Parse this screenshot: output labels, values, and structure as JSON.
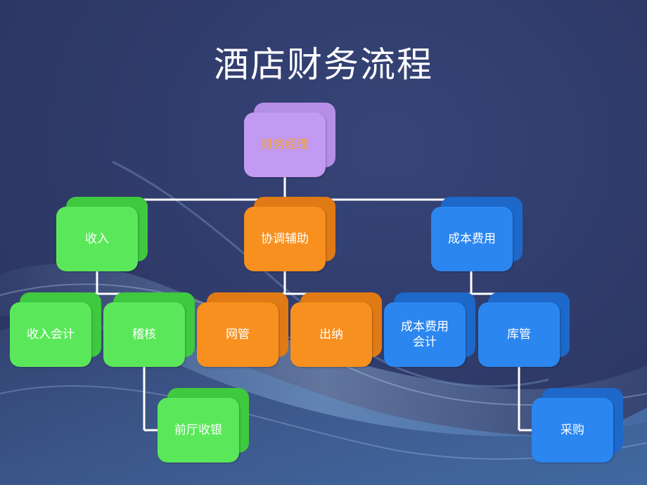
{
  "title": "酒店财务流程",
  "colors": {
    "purple": "#c39af1",
    "green": "#5ae85a",
    "orange": "#f8901f",
    "blue": "#2b86f0",
    "connector": "#ffffff",
    "background": "#2f3a6b"
  },
  "nodes": {
    "manager": "财务经理",
    "income": "收入",
    "assist": "协调辅助",
    "cost": "成本费用",
    "income_accounting": "收入会计",
    "audit": "稽核",
    "network": "网管",
    "cashier": "出纳",
    "cost_accounting": "成本费用\n会计",
    "warehouse": "库管",
    "front_desk": "前厅收银",
    "purchase": "采购"
  }
}
